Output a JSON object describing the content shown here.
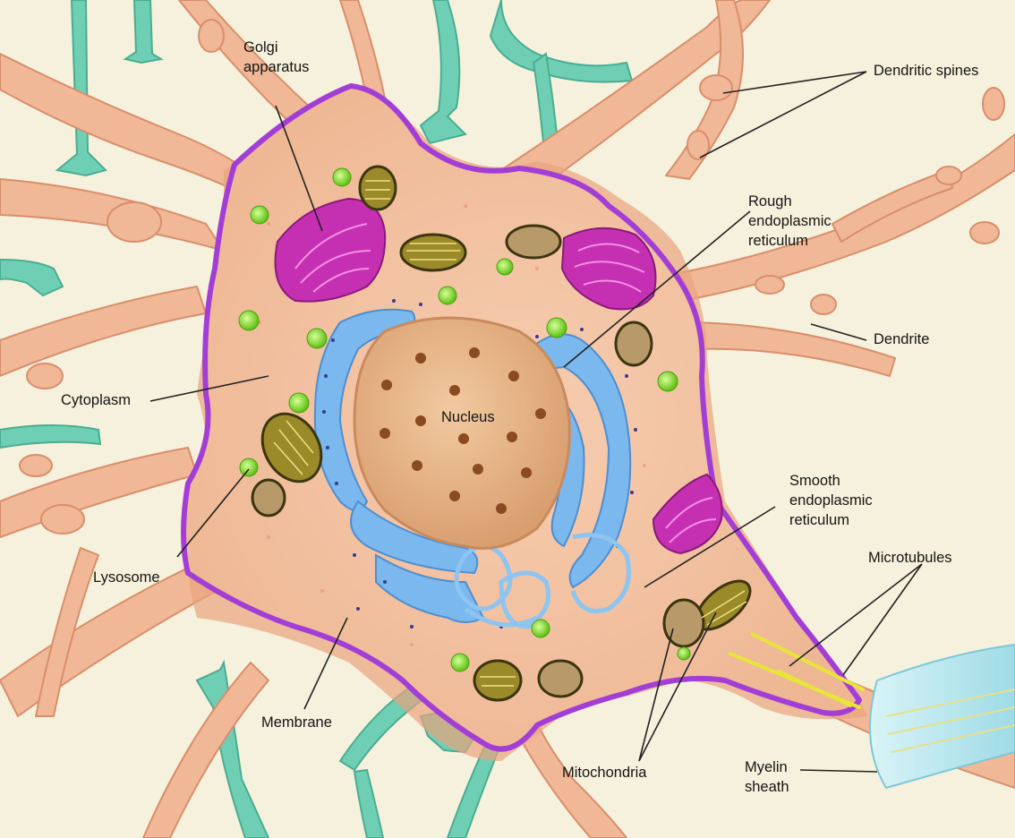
{
  "colors": {
    "background": "#f6f1dc",
    "dendrite": "#f0b896",
    "dendrite_edge": "#d98e6c",
    "teal_terminal": "#6fcfb4",
    "cytoplasm": "#f3c4a4",
    "membrane": "#a23ed6",
    "nucleus": "#e7b488",
    "nucleus_edge": "#c98a5c",
    "nucleolus": "#8a4a22",
    "er": "#7ab8ee",
    "golgi": "#c530b2",
    "lysosome": "#8ee23a",
    "mitochondrion": "#8a7a2a",
    "microtubule": "#e7e53a",
    "myelin": "#bde8ef"
  },
  "labels": {
    "golgi": "Golgi\napparatus",
    "dendritic_spines": "Dendritic spines",
    "rough_er": "Rough\nendoplasmic\nreticulum",
    "dendrite": "Dendrite",
    "cytoplasm": "Cytoplasm",
    "nucleus": "Nucleus",
    "smooth_er": "Smooth\nendoplasmic\nreticulum",
    "microtubules": "Microtubules",
    "lysosome": "Lysosome",
    "membrane": "Membrane",
    "mitochondria": "Mitochondria",
    "myelin_sheath": "Myelin\nsheath"
  }
}
